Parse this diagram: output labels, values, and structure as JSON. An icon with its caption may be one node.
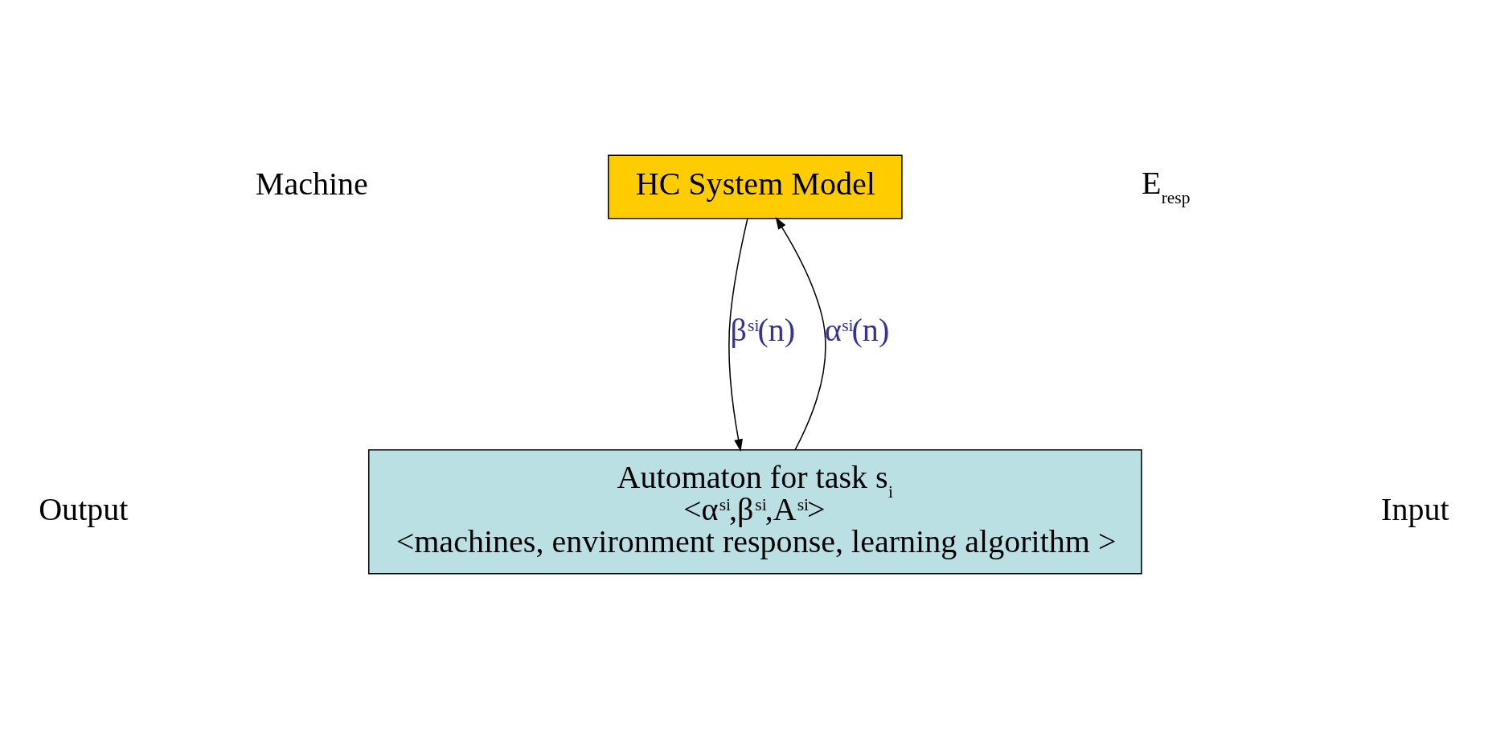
{
  "diagram": {
    "nodes": [
      {
        "text": [
          "HC System Model"
        ]
      },
      {
        "text": [
          "Automaton for task s$_{i}$",
          "<α$^{si}$,β$^{si}$,A$^{si}$>",
          "<machines, environment response, learning algorithm >"
        ]
      }
    ],
    "edges": [
      {
        "from": 1,
        "to": 0,
        "arrow": "to",
        "label": "α$^{si}$(n)"
      },
      {
        "from": 0,
        "to": 1,
        "arrow": "to",
        "label": "β$^{si}$(n)"
      }
    ],
    "labels": [
      "Machine",
      "E$_{resp}$",
      "Output",
      "Input"
    ]
  }
}
